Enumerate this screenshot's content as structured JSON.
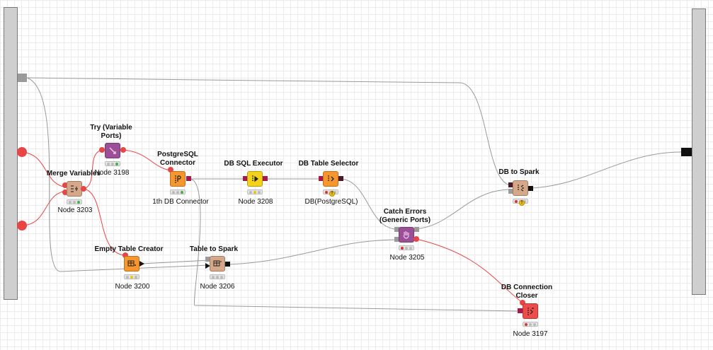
{
  "canvas": {
    "background": "#ffffff",
    "grid_color": "#ececec"
  },
  "colors": {
    "source": "#f7962d",
    "db_manipulator": "#f7962d",
    "db_executor": "#f5d21a",
    "manipulator": "#d6a889",
    "scope": "#9b4f96",
    "db_closer": "#ee4b4b",
    "flow_wire": "#e84545",
    "data_wire": "#9a9a9a"
  },
  "nodes": {
    "try": {
      "label": "Try (Variable\nPorts)",
      "name": "Node 3198",
      "icon": "try-icon",
      "status": "green"
    },
    "merge": {
      "label": "Merge Variables",
      "name": "Node 3203",
      "icon": "merge-variables-icon",
      "status": "green"
    },
    "postgres": {
      "label": "PostgreSQL\nConnector",
      "name": "1th DB Connector",
      "icon": "postgresql-icon",
      "status": "green"
    },
    "sqlexec": {
      "label": "DB SQL Executor",
      "name": "Node 3208",
      "icon": "sql-executor-icon",
      "status": "yellow"
    },
    "tablesel": {
      "label": "DB Table Selector",
      "name": "DB(PostgreSQL)",
      "icon": "table-selector-icon",
      "status": "warning"
    },
    "catch": {
      "label": "Catch Errors\n(Generic Ports)",
      "name": "Node 3205",
      "icon": "catch-errors-icon",
      "status": "red"
    },
    "dbspark": {
      "label": "DB to Spark",
      "name": "",
      "icon": "db-to-spark-icon",
      "status": "warning"
    },
    "emptytable": {
      "label": "Empty Table Creator",
      "name": "Node 3200",
      "icon": "table-creator-icon",
      "status": "yellow"
    },
    "tablespark": {
      "label": "Table to Spark",
      "name": "Node 3206",
      "icon": "table-to-spark-icon",
      "status": "idle"
    },
    "closer": {
      "label": "DB Connection\nCloser",
      "name": "Node 3197",
      "icon": "db-closer-icon",
      "status": "red"
    }
  }
}
